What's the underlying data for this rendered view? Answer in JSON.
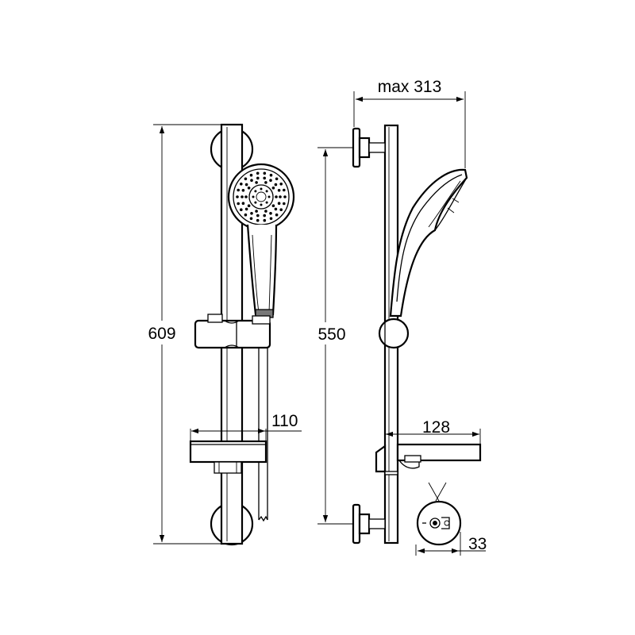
{
  "diagram": {
    "dimensions": {
      "overall_height": "609",
      "rail_height": "550",
      "max_projection": "max 313",
      "soap_dish_width": "110",
      "soap_dish_depth": "128",
      "rail_diameter": "33"
    }
  }
}
